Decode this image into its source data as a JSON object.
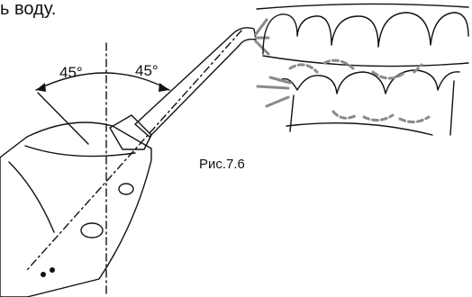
{
  "text_fragment": "ь воду.",
  "figure_label": "Рис.7.6",
  "angle_left": "45°",
  "angle_right": "45°",
  "colors": {
    "line": "#111111",
    "spray": "#8a8a8a"
  }
}
